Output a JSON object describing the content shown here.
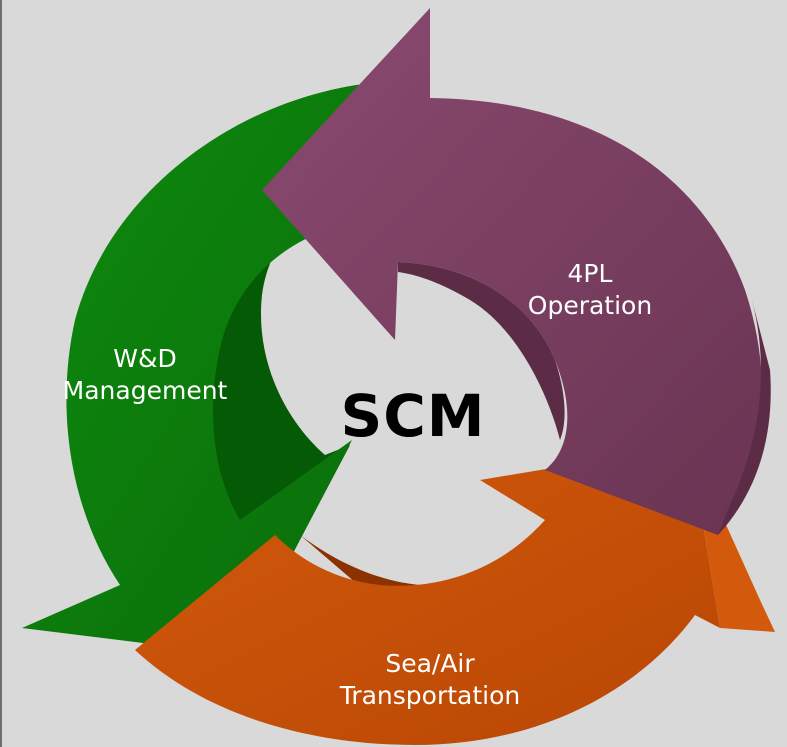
{
  "center": {
    "label": "SCM"
  },
  "segments": [
    {
      "id": "4pl",
      "lines": [
        "4PL",
        "Operation"
      ],
      "color": "#7b3f62"
    },
    {
      "id": "sea-air",
      "lines": [
        "Sea/Air",
        "Transportation"
      ],
      "color": "#c84e05"
    },
    {
      "id": "wd",
      "lines": [
        "W&D",
        "Management"
      ],
      "color": "#0a7a0a"
    }
  ],
  "colors": {
    "background": "#d9d9d9",
    "text": "#ffffff",
    "center_text": "#000000"
  }
}
